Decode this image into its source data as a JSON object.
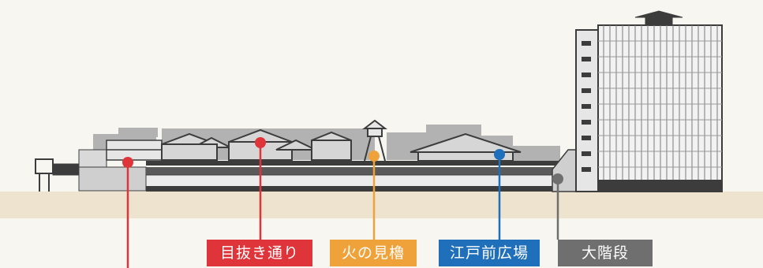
{
  "labels": [
    {
      "text": "目抜き通り",
      "color": "#e0343b"
    },
    {
      "text": "火の見櫓",
      "color": "#f0a23a"
    },
    {
      "text": "江戸前広場",
      "color": "#1f6fba"
    },
    {
      "text": "大階段",
      "color": "#6f6f6f"
    }
  ],
  "colors": {
    "background": "#f7f6f1",
    "ground": "#ede3cf",
    "silhouette": "#b2b2b2",
    "structure": "#3c3c3c",
    "red": "#e0343b",
    "orange": "#f0a23a",
    "blue": "#1f6fba",
    "gray": "#6f6f6f"
  }
}
